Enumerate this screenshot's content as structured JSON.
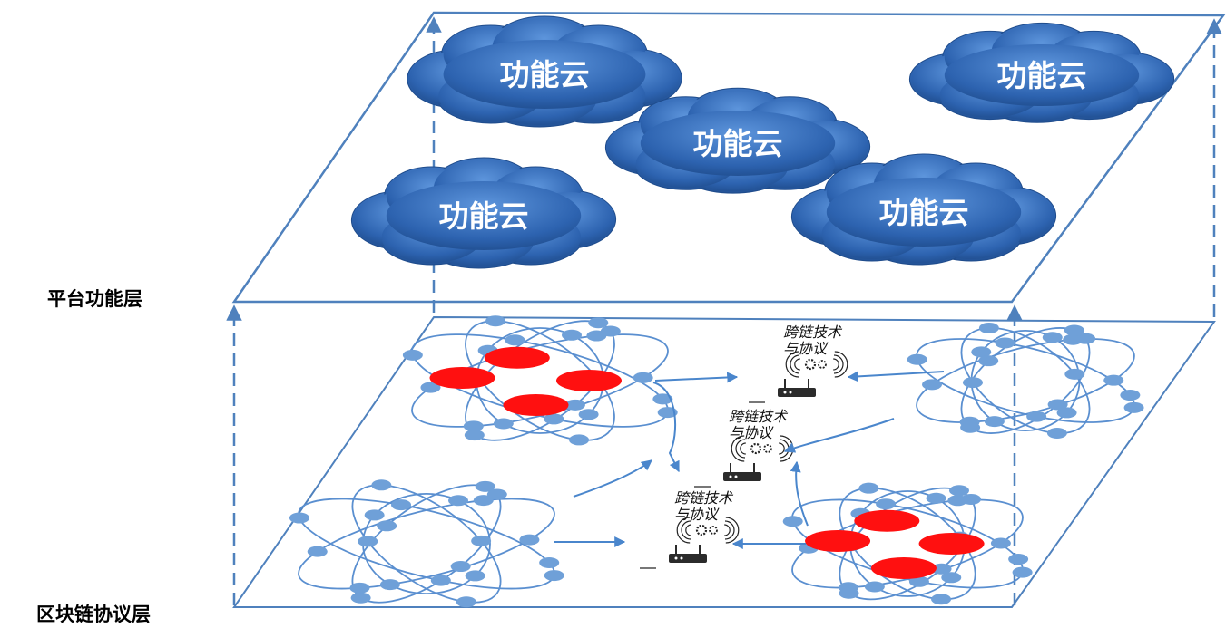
{
  "layers": {
    "platform_label": "平台功能层",
    "protocol_label": "区块链协议层"
  },
  "clouds": [
    {
      "label": "功能云"
    },
    {
      "label": "功能云"
    },
    {
      "label": "功能云"
    },
    {
      "label": "功能云"
    },
    {
      "label": "功能云"
    }
  ],
  "relays": [
    {
      "line1": "跨链技术",
      "line2": "与协议"
    },
    {
      "line1": "跨链技术",
      "line2": "与协议"
    },
    {
      "line1": "跨链技术",
      "line2": "与协议"
    }
  ],
  "colors": {
    "frame": "#4f81bd",
    "cloud": "#2e64b0",
    "node": "#6fa0d8",
    "highlight_node": "#ff1010",
    "orbit": "#5a8fd0"
  }
}
